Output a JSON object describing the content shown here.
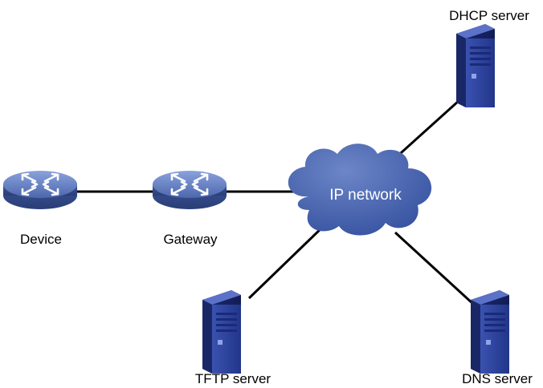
{
  "nodes": {
    "device": {
      "label": "Device",
      "icon": "router-icon"
    },
    "gateway": {
      "label": "Gateway",
      "icon": "router-icon"
    },
    "ip_network": {
      "label": "IP network",
      "icon": "cloud-icon"
    },
    "dhcp_server": {
      "label": "DHCP server",
      "icon": "server-icon"
    },
    "tftp_server": {
      "label": "TFTP server",
      "icon": "server-icon"
    },
    "dns_server": {
      "label": "DNS server",
      "icon": "server-icon"
    }
  },
  "links": [
    [
      "device",
      "gateway"
    ],
    [
      "gateway",
      "ip_network"
    ],
    [
      "ip_network",
      "dhcp_server"
    ],
    [
      "ip_network",
      "tftp_server"
    ],
    [
      "ip_network",
      "dns_server"
    ]
  ],
  "colors": {
    "router_fill": "#5b76b8",
    "cloud_fill": "#3f5aa6",
    "server_fill": "#2c3f9a",
    "link": "#000000"
  }
}
